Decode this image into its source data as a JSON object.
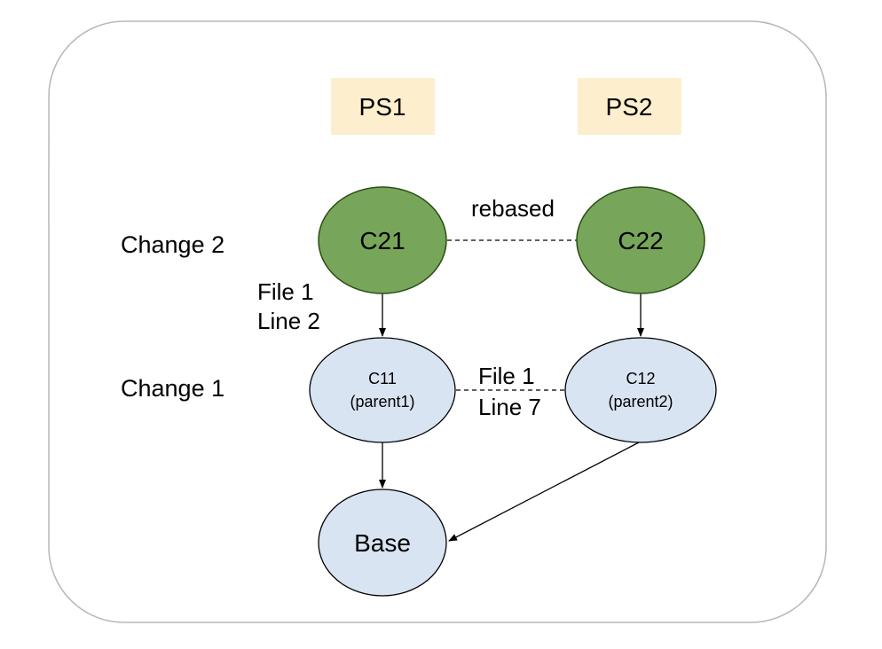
{
  "colors": {
    "frame_stroke": "#b7b7b7",
    "header_fill": "#fdefce",
    "change2_fill": "#77a55a",
    "change2_stroke": "#274e13",
    "change1_fill": "#d9e4f2",
    "change1_stroke": "#000000",
    "edge": "#000000"
  },
  "headers": {
    "ps1": "PS1",
    "ps2": "PS2"
  },
  "rows": {
    "change2": "Change 2",
    "change1": "Change 1"
  },
  "nodes": {
    "c21": {
      "label": "C21"
    },
    "c22": {
      "label": "C22"
    },
    "c11": {
      "label": "C11",
      "sublabel": "(parent1)"
    },
    "c12": {
      "label": "C12",
      "sublabel": "(parent2)"
    },
    "base": {
      "label": "Base"
    }
  },
  "edges": {
    "rebased_label": "rebased",
    "c21_c11_label": [
      "File 1",
      "Line 2"
    ],
    "c11_c12_label": [
      "File 1",
      "Line 7"
    ]
  }
}
